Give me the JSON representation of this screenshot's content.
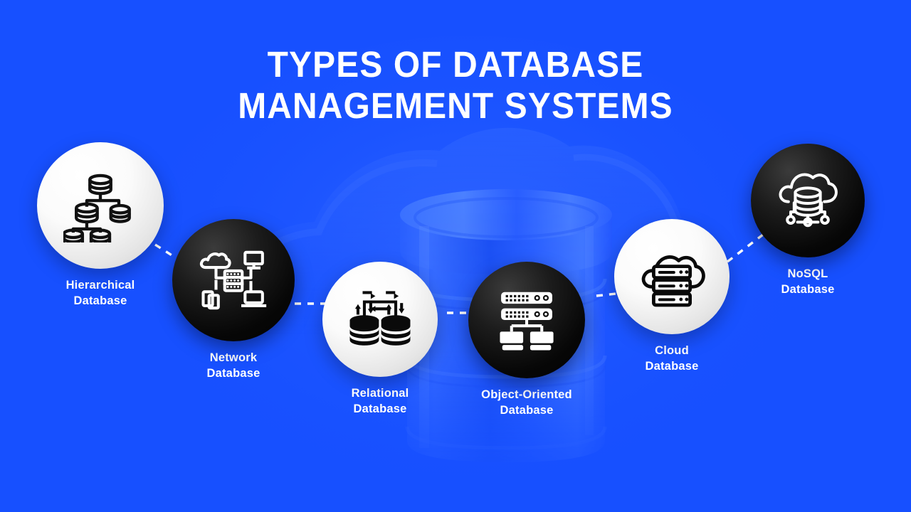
{
  "title": {
    "line1": "TYPES OF DATABASE",
    "line2": "MANAGEMENT SYSTEMS"
  },
  "colors": {
    "background_blue": "#1750FF",
    "bubble_light": "#FFFFFF",
    "bubble_dark": "#000000",
    "text_white": "#FFFFFF",
    "connector_white": "#FFFFFF"
  },
  "nodes": [
    {
      "id": "hierarchical",
      "label_line1": "Hierarchical",
      "label_line2": "Database",
      "style": "light",
      "icon": "hierarchical-database-tree-icon"
    },
    {
      "id": "network",
      "label_line1": "Network",
      "label_line2": "Database",
      "style": "dark",
      "icon": "network-server-nodes-icon"
    },
    {
      "id": "relational",
      "label_line1": "Relational",
      "label_line2": "Database",
      "style": "light",
      "icon": "relational-two-cylinders-arrows-icon"
    },
    {
      "id": "object-oriented",
      "label_line1": "Object-Oriented",
      "label_line2": "Database",
      "style": "dark",
      "icon": "object-oriented-server-clients-icon"
    },
    {
      "id": "cloud",
      "label_line1": "Cloud",
      "label_line2": "Database",
      "style": "light",
      "icon": "cloud-server-racks-icon"
    },
    {
      "id": "nosql",
      "label_line1": "NoSQL",
      "label_line2": "Database",
      "style": "dark",
      "icon": "cloud-database-network-icon"
    }
  ],
  "background": {
    "shapes": [
      "large-database-cylinder-watermark",
      "cloud-silhouette-watermark"
    ]
  }
}
